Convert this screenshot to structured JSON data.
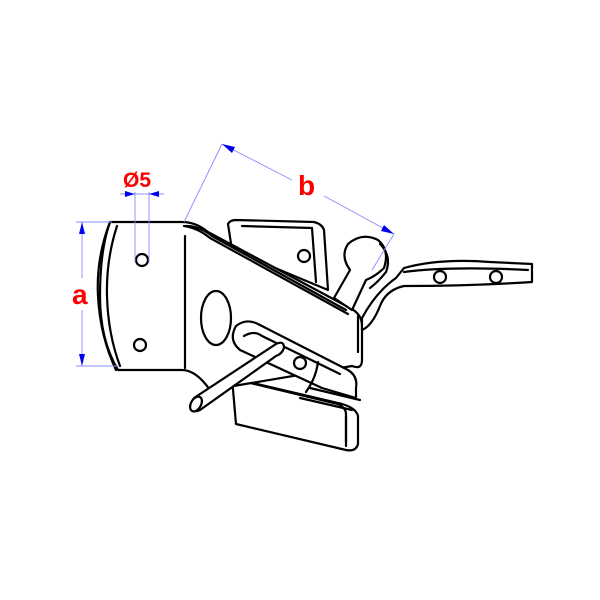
{
  "diagram": {
    "subject": "gate latch (auto latch) isometric line drawing",
    "line_color": "#000000",
    "background": "#ffffff",
    "dimension_line_color": "#8c8cff",
    "arrow_color": "#0000ee",
    "label_color": "#ff0000",
    "dimensions": {
      "hole_diameter": {
        "label": "Ø5"
      },
      "height": {
        "label": "a"
      },
      "length": {
        "label": "b"
      }
    },
    "parts": [
      "back-plate",
      "mounting-holes",
      "slot-hole",
      "catch-bracket",
      "latch-bar",
      "pivot-knob",
      "handle-lever",
      "lever-holes",
      "pull-rod",
      "lower-keeper"
    ]
  }
}
